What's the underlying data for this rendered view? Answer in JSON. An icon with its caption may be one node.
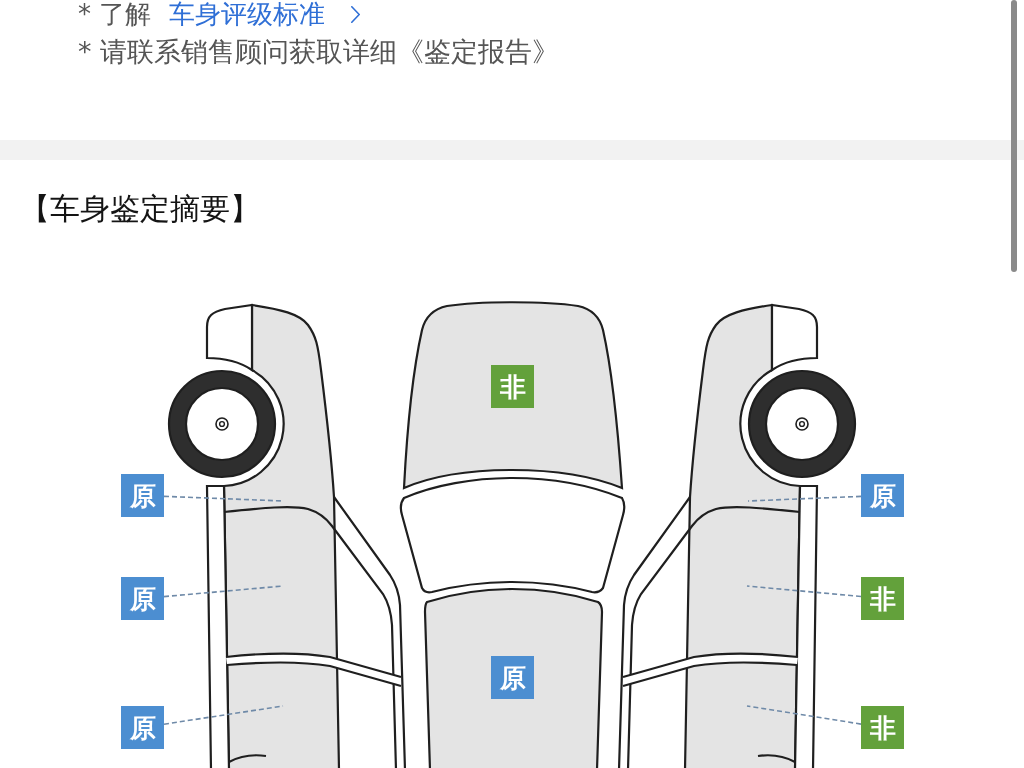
{
  "diagram": {
    "title": "【车身鉴定摘要】",
    "nodes": [
      {
        "text": [],
        "shape": "bar"
      },
      {
        "text": [
          "非"
        ]
      },
      {
        "text": [
          "原"
        ]
      },
      {
        "text": [
          "原"
        ]
      },
      {
        "text": [
          "原"
        ]
      },
      {
        "text": [
          "非"
        ]
      },
      {
        "text": [
          "原"
        ]
      },
      {
        "text": [
          "原"
        ]
      },
      {
        "text": [
          "非"
        ]
      }
    ],
    "edges": [
      {
        "from": 2,
        "to": null,
        "arrow": "none",
        "style": "dashed"
      },
      {
        "from": 3,
        "to": null,
        "arrow": "none",
        "style": "dashed"
      },
      {
        "from": 4,
        "to": null,
        "arrow": "none",
        "style": "dashed"
      },
      {
        "from": 5,
        "to": null,
        "arrow": "none",
        "style": "dashed"
      },
      {
        "from": 7,
        "to": null,
        "arrow": "none",
        "style": "dashed"
      },
      {
        "from": 8,
        "to": null,
        "arrow": "none",
        "style": "dashed"
      }
    ],
    "labels": [
      "* 了解",
      "车身评级标准",
      "* 请联系销售顾问获取详细《鉴定报告》"
    ]
  }
}
